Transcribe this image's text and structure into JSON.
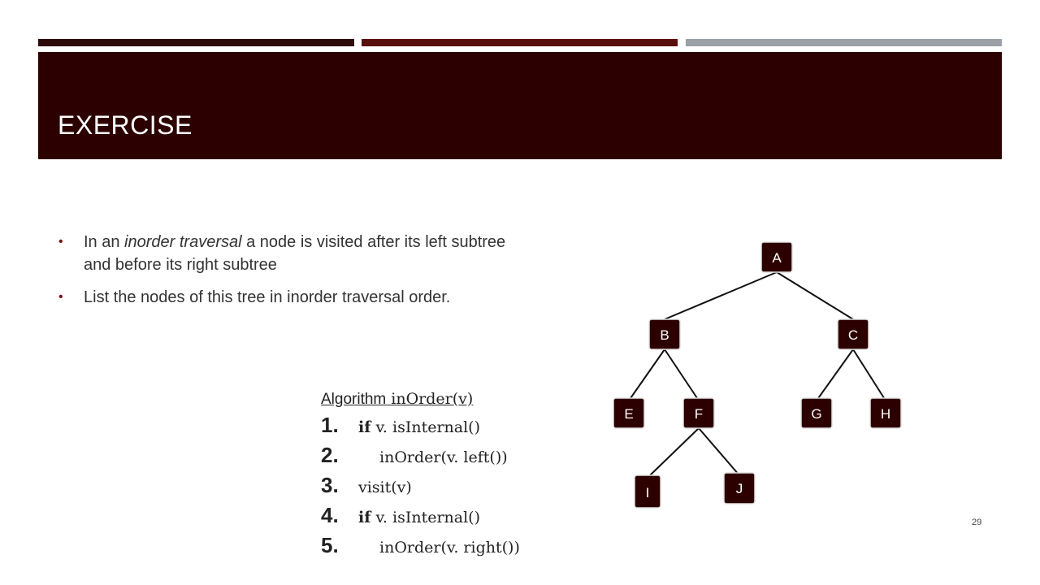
{
  "slide": {
    "title": "EXERCISE",
    "page_number": "29"
  },
  "bullets": [
    {
      "prefix": "In an ",
      "emphasis": "inorder traversal",
      "suffix": " a node is visited after its left subtree and before its right subtree"
    },
    {
      "text": "List the nodes of this tree in inorder traversal order."
    }
  ],
  "algorithm": {
    "title_word": "Algorithm",
    "title_call": "inOrder(v)",
    "steps": [
      {
        "num": "1.",
        "keyword": "if",
        "text": "v. isInternal()"
      },
      {
        "num": "2.",
        "keyword": "",
        "text": "inOrder(v. left())"
      },
      {
        "num": "3.",
        "keyword": "",
        "text": "visit(v)"
      },
      {
        "num": "4.",
        "keyword": "if",
        "text": "v. isInternal()"
      },
      {
        "num": "5.",
        "keyword": "",
        "text": "inOrder(v. right())"
      }
    ]
  },
  "tree": {
    "node_color": "#2d0000",
    "nodes": [
      "A",
      "B",
      "C",
      "E",
      "F",
      "G",
      "H",
      "I",
      "J"
    ]
  }
}
